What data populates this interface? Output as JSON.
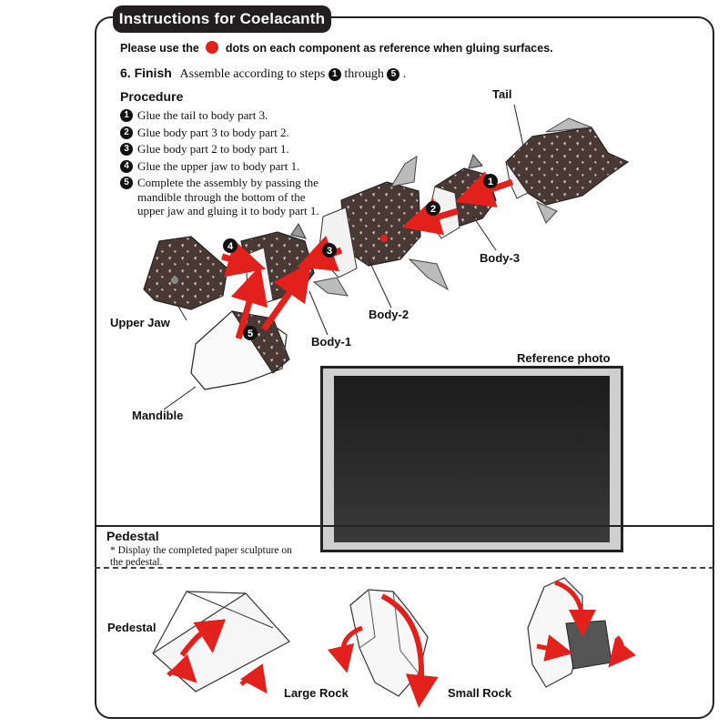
{
  "header": {
    "title": "Instructions for Coelacanth"
  },
  "note": {
    "before": "Please use the",
    "after": "dots on each component as reference when gluing surfaces."
  },
  "step6": {
    "heading": "6. Finish",
    "text_before": "Assemble according to steps",
    "num_start": "1",
    "text_middle": "through",
    "num_end": "5",
    "text_after": "."
  },
  "procedure": {
    "title": "Procedure",
    "items": [
      {
        "num": "1",
        "text": "Glue the tail to body part 3."
      },
      {
        "num": "2",
        "text": "Glue body part 3 to body part 2."
      },
      {
        "num": "3",
        "text": "Glue body part 2 to body part 1."
      },
      {
        "num": "4",
        "text": "Glue the upper jaw to body part 1."
      },
      {
        "num": "5",
        "text": "Complete the assembly by passing the mandible through the bottom of the upper jaw and gluing it to body part 1."
      }
    ]
  },
  "diagram_labels": {
    "tail": "Tail",
    "body3": "Body-3",
    "body2": "Body-2",
    "body1": "Body-1",
    "upper_jaw": "Upper Jaw",
    "mandible": "Mandible",
    "arrow_nums": [
      "1",
      "2",
      "3",
      "4",
      "5"
    ]
  },
  "reference": {
    "title": "Reference photo"
  },
  "pedestal": {
    "title": "Pedestal",
    "note": "* Display the completed paper sculpture on the pedestal.",
    "labels": {
      "pedestal": "Pedestal",
      "large_rock": "Large Rock",
      "small_rock": "Small Rock"
    }
  },
  "colors": {
    "accent_red": "#e3211c",
    "body_brown": "#4a3835",
    "frame": "#231f20"
  }
}
